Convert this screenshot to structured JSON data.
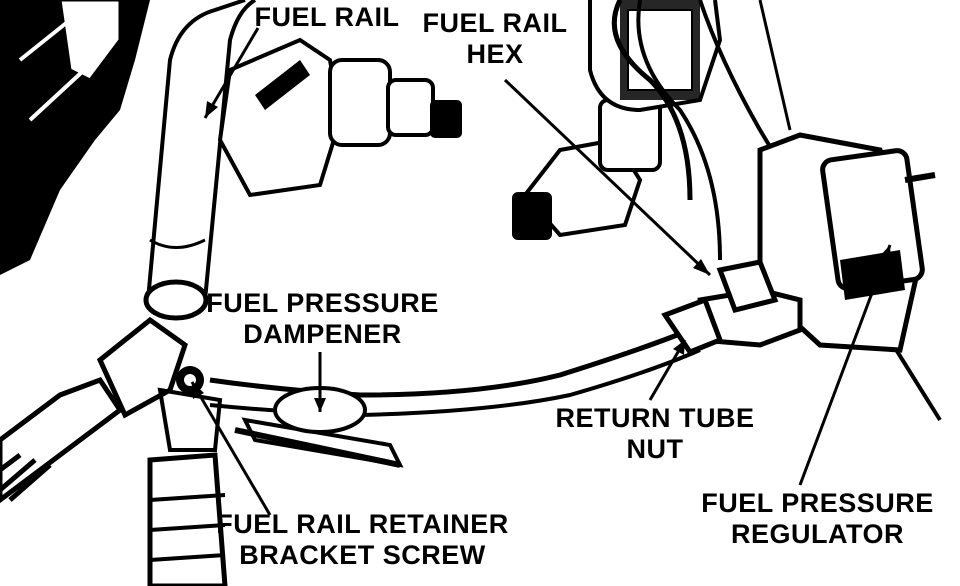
{
  "colors": {
    "ink": "#000000",
    "paper": "#ffffff"
  },
  "labels": {
    "fuel_rail": {
      "lines": [
        "FUEL RAIL"
      ]
    },
    "fuel_rail_hex": {
      "lines": [
        "FUEL RAIL",
        "HEX"
      ]
    },
    "fuel_pressure_dampener": {
      "lines": [
        "FUEL PRESSURE",
        "DAMPENER"
      ]
    },
    "return_tube_nut": {
      "lines": [
        "RETURN TUBE",
        "NUT"
      ]
    },
    "fuel_rail_retainer_bracket_screw": {
      "lines": [
        "FUEL RAIL RETAINER",
        "BRACKET SCREW"
      ]
    },
    "fuel_pressure_regulator": {
      "lines": [
        "FUEL PRESSURE",
        "REGULATOR"
      ]
    }
  }
}
